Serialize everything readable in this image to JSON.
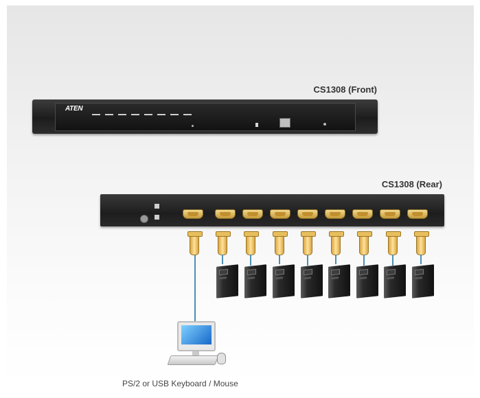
{
  "front": {
    "label": "CS1308 (Front)",
    "brand": "ATEN",
    "port_count": 8
  },
  "rear": {
    "label": "CS1308 (Rear)",
    "console_port_count": 1,
    "computer_port_count": 8
  },
  "computers": {
    "count": 8
  },
  "console": {
    "caption": "PS/2 or USB Keyboard / Mouse"
  },
  "colors": {
    "unit_body": "#1c1c1c",
    "connector_gold": "#d9a642",
    "wire_blue": "#4c8fb5",
    "screen_blue": "#1768c8"
  },
  "icons": {
    "computer": "tower-pc-icon",
    "connector": "vga-connector-icon",
    "console": "monitor-keyboard-mouse-icon"
  }
}
